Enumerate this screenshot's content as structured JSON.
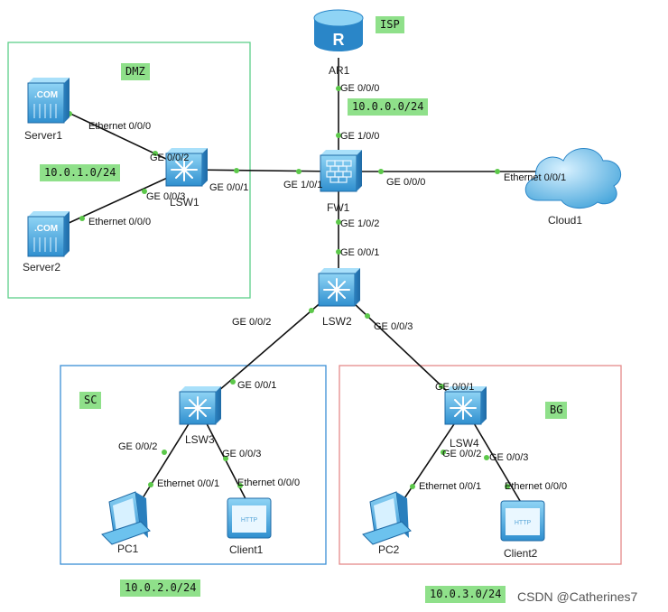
{
  "zones": {
    "dmz": "DMZ",
    "sc": "SC",
    "bg": "BG",
    "isp": "ISP"
  },
  "subnets": {
    "dmz": "10.0.1.0/24",
    "wan": "10.0.0.0/24",
    "sc": "10.0.2.0/24",
    "bg": "10.0.3.0/24"
  },
  "nodes": {
    "ar1": "AR1",
    "fw1": "FW1",
    "lsw1": "LSW1",
    "lsw2": "LSW2",
    "lsw3": "LSW3",
    "lsw4": "LSW4",
    "server1": "Server1",
    "server2": "Server2",
    "cloud1": "Cloud1",
    "pc1": "PC1",
    "pc2": "PC2",
    "client1": "Client1",
    "client2": "Client2"
  },
  "ports": {
    "ar1_ge000": "GE 0/0/0",
    "fw1_ge100": "GE 1/0/0",
    "fw1_ge101": "GE 1/0/1",
    "fw1_ge000": "GE 0/0/0",
    "fw1_ge102": "GE 1/0/2",
    "cloud1_eth": "Ethernet 0/0/1",
    "lsw1_ge001": "GE 0/0/1",
    "lsw1_ge002": "GE 0/0/2",
    "lsw1_ge003": "GE 0/0/3",
    "server1_eth": "Ethernet 0/0/0",
    "server2_eth": "Ethernet 0/0/0",
    "lsw2_ge001": "GE 0/0/1",
    "lsw2_ge002": "GE 0/0/2",
    "lsw2_ge003": "GE 0/0/3",
    "lsw3_ge001": "GE 0/0/1",
    "lsw3_ge002": "GE 0/0/2",
    "lsw3_ge003": "GE 0/0/3",
    "pc1_eth": "Ethernet 0/0/1",
    "client1_eth": "Ethernet 0/0/0",
    "lsw4_ge001": "GE 0/0/1",
    "lsw4_ge002": "GE 0/0/2",
    "lsw4_ge003": "GE 0/0/3",
    "pc2_eth": "Ethernet 0/0/1",
    "client2_eth": "Ethernet 0/0/0"
  },
  "icon_labels": {
    "router": "R",
    "server": ".COM",
    "client": "HTTP"
  },
  "watermark": "CSDN @Catherines7",
  "colors": {
    "dmz_border": "#5ed08a",
    "sc_border": "#3a8fd6",
    "bg_border": "#e58a8a",
    "tag_bg": "#8fe08a",
    "device_blue": "#3a9fd8",
    "link": "#111111",
    "port_dot": "#5cc84a"
  }
}
